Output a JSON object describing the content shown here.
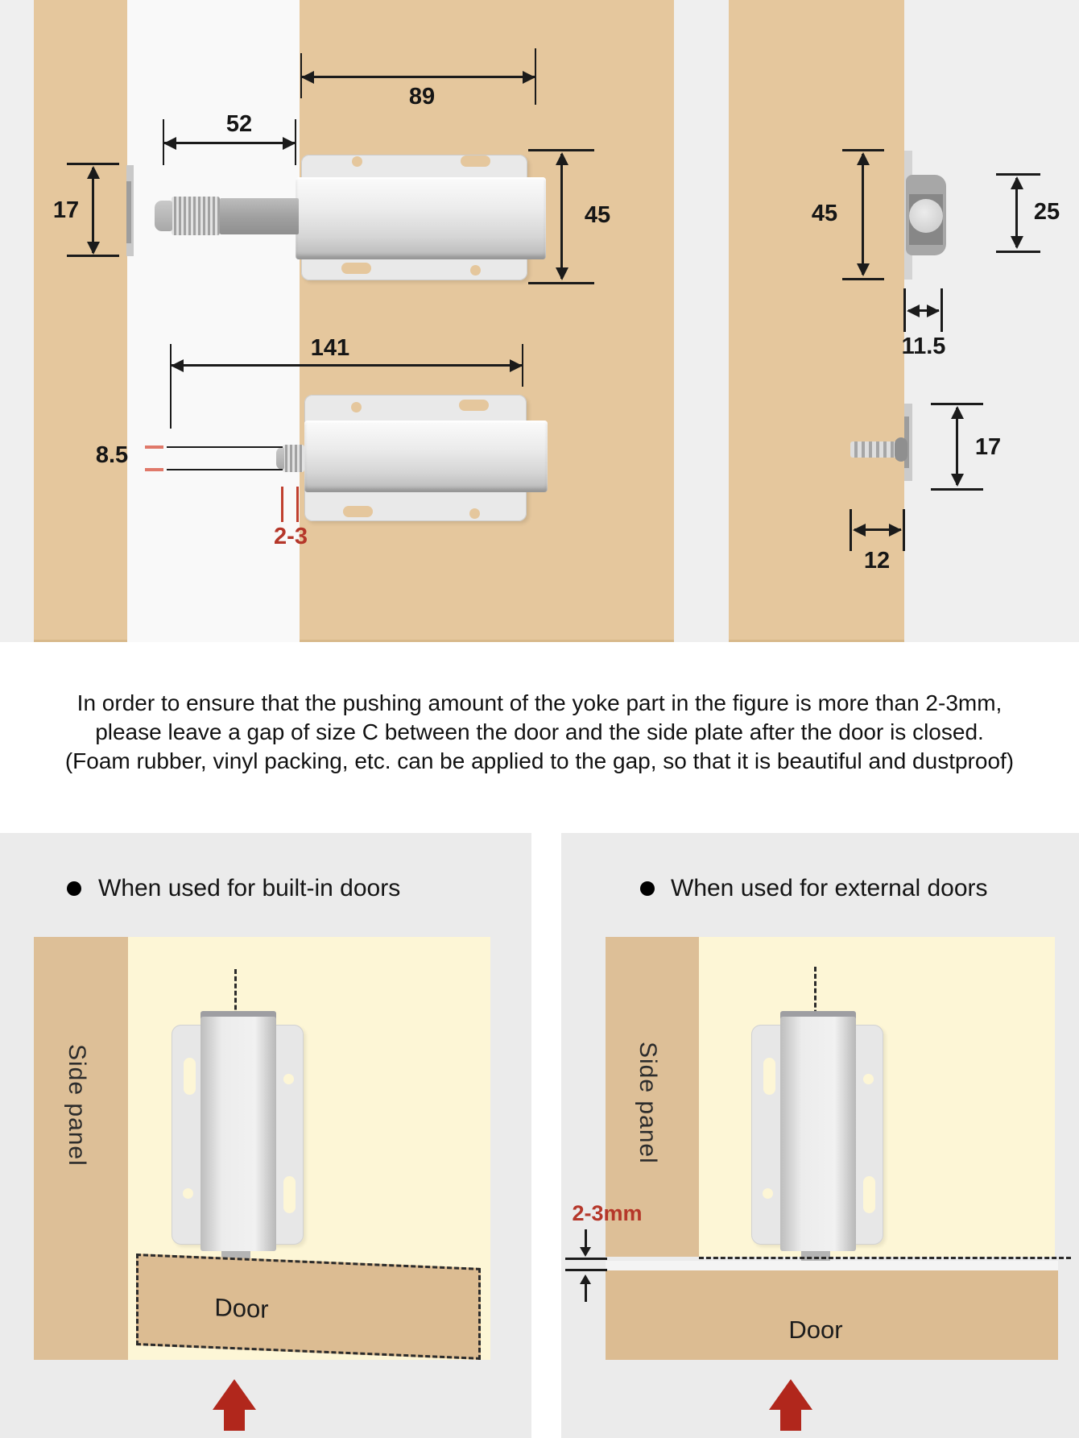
{
  "note": {
    "line1": "In order to ensure that the pushing amount of the yoke part in the figure is more than 2-3mm,",
    "line2": "please leave a gap of size C between the door and the side plate after the door is closed.",
    "line3": "(Foam rubber, vinyl packing, etc. can be applied to the gap, so that it is beautiful and dustproof)"
  },
  "dimensions": {
    "side_view": {
      "body_length": "89",
      "plunger_length": "52",
      "strike_plate_height": "17",
      "body_height": "45",
      "overall_extended_length": "141",
      "plunger_tip_diameter": "8.5",
      "push_travel_gap": "2-3"
    },
    "front_view": {
      "body_height": "45",
      "magnet_housing_height": "25",
      "magnet_housing_width": "11.5",
      "strike_plate_height": "17",
      "strike_plate_width": "12"
    }
  },
  "usage_panels": [
    {
      "heading": "When used for built-in doors",
      "side_panel_label": "Side panel",
      "door_label": "Door"
    },
    {
      "heading": "When used for external doors",
      "side_panel_label": "Side panel",
      "door_label": "Door",
      "gap_label": "2-3mm"
    }
  ],
  "colors": {
    "wood": "#e5c79d",
    "wood_dark": "#ddbf97",
    "pale_yellow": "#fdf6d6",
    "section_gray": "#ebebeb",
    "top_gray": "#efefef",
    "dimension_black": "#1b1b1b",
    "red_text": "#b5372a",
    "red_arrow": "#b1271c",
    "metal_light": "#e9e9e9",
    "metal_dark": "#9f9f9f"
  }
}
